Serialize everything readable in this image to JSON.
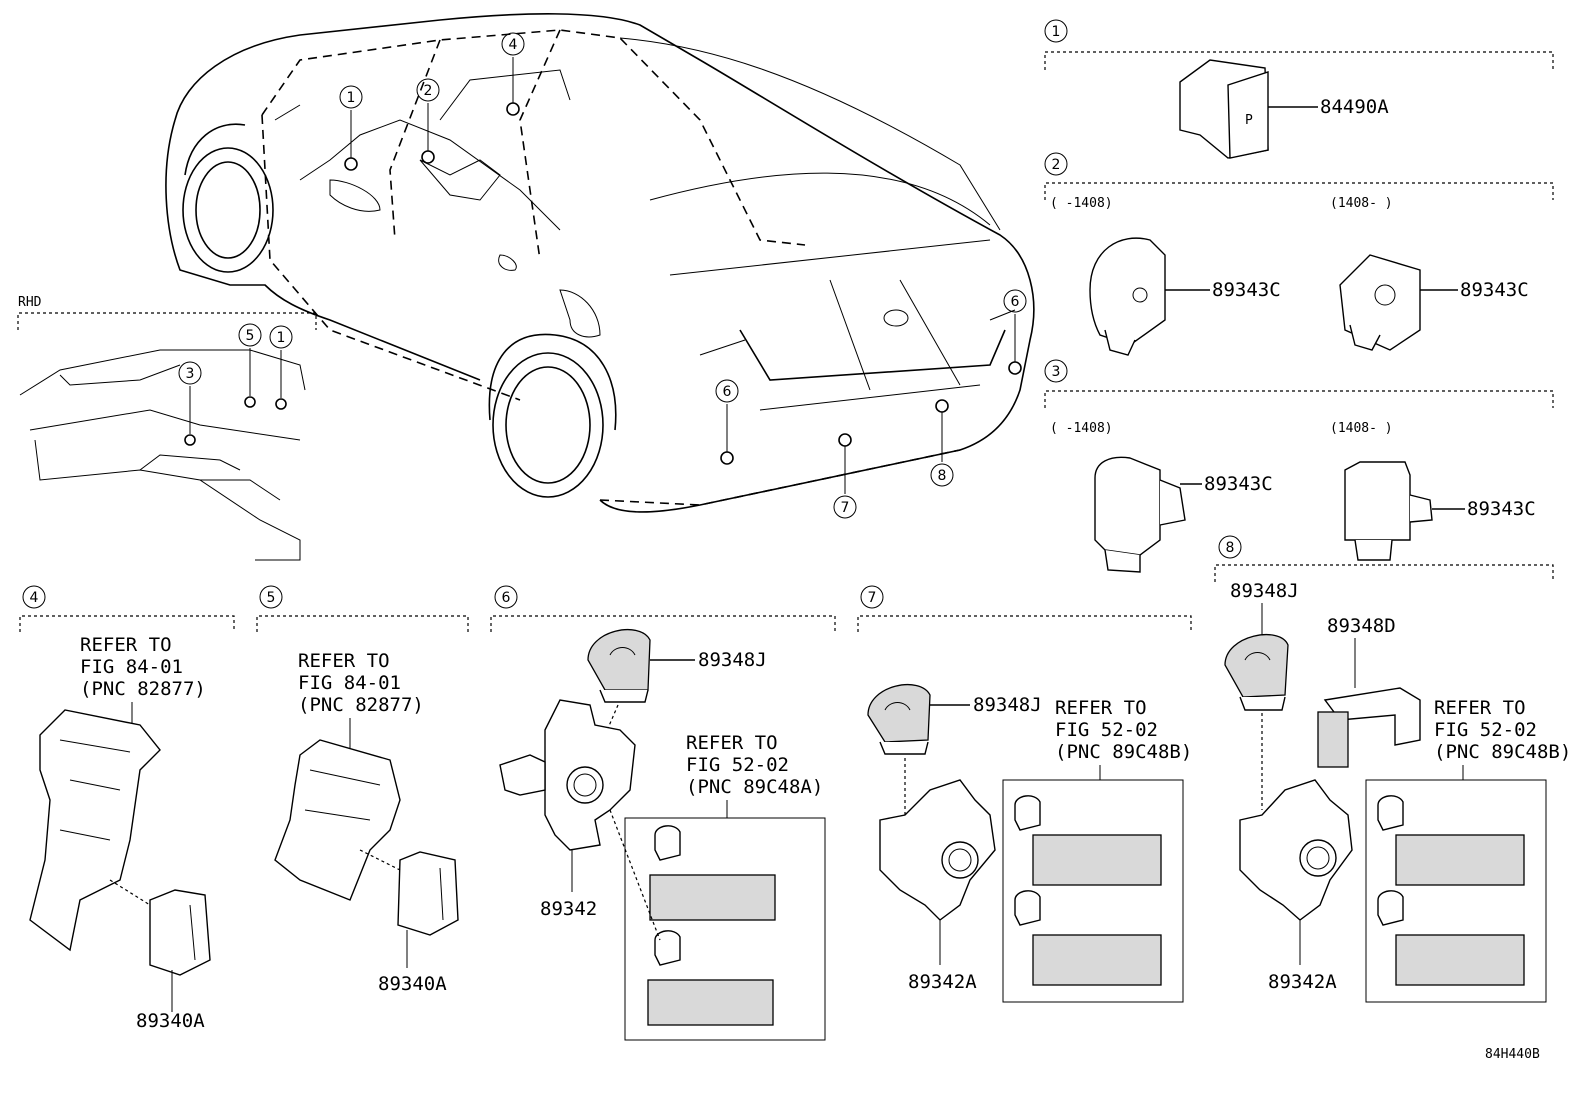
{
  "rhd_label": "RHD",
  "figure_code": "84H440B",
  "circle_numbers": [
    "1",
    "2",
    "3",
    "4",
    "5",
    "6",
    "7",
    "8"
  ],
  "sections": {
    "s1": {
      "part": "84490A"
    },
    "s2": {
      "range_a": "(     -1408)",
      "range_b": "(1408-     )",
      "part_a": "89343C",
      "part_b": "89343C"
    },
    "s3": {
      "range_a": "(     -1408)",
      "range_b": "(1408-     )",
      "part_a": "89343C",
      "part_b": "89343C"
    },
    "s4": {
      "refer": [
        "REFER TO",
        "FIG 84-01",
        "(PNC 82877)"
      ],
      "part": "89340A"
    },
    "s5": {
      "refer": [
        "REFER TO",
        "FIG 84-01",
        "(PNC 82877)"
      ],
      "part": "89340A"
    },
    "s6": {
      "part_top": "89348J",
      "part_bottom": "89342",
      "refer": [
        "REFER TO",
        "FIG 52-02",
        "(PNC 89C48A)"
      ]
    },
    "s7": {
      "part_top": "89348J",
      "part_bottom": "89342A",
      "refer": [
        "REFER TO",
        "FIG 52-02",
        "(PNC 89C48B)"
      ]
    },
    "s8": {
      "part_top": "89348J",
      "part_mid": "89348D",
      "part_bottom": "89342A",
      "refer": [
        "REFER TO",
        "FIG 52-02",
        "(PNC 89C48B)"
      ]
    }
  }
}
